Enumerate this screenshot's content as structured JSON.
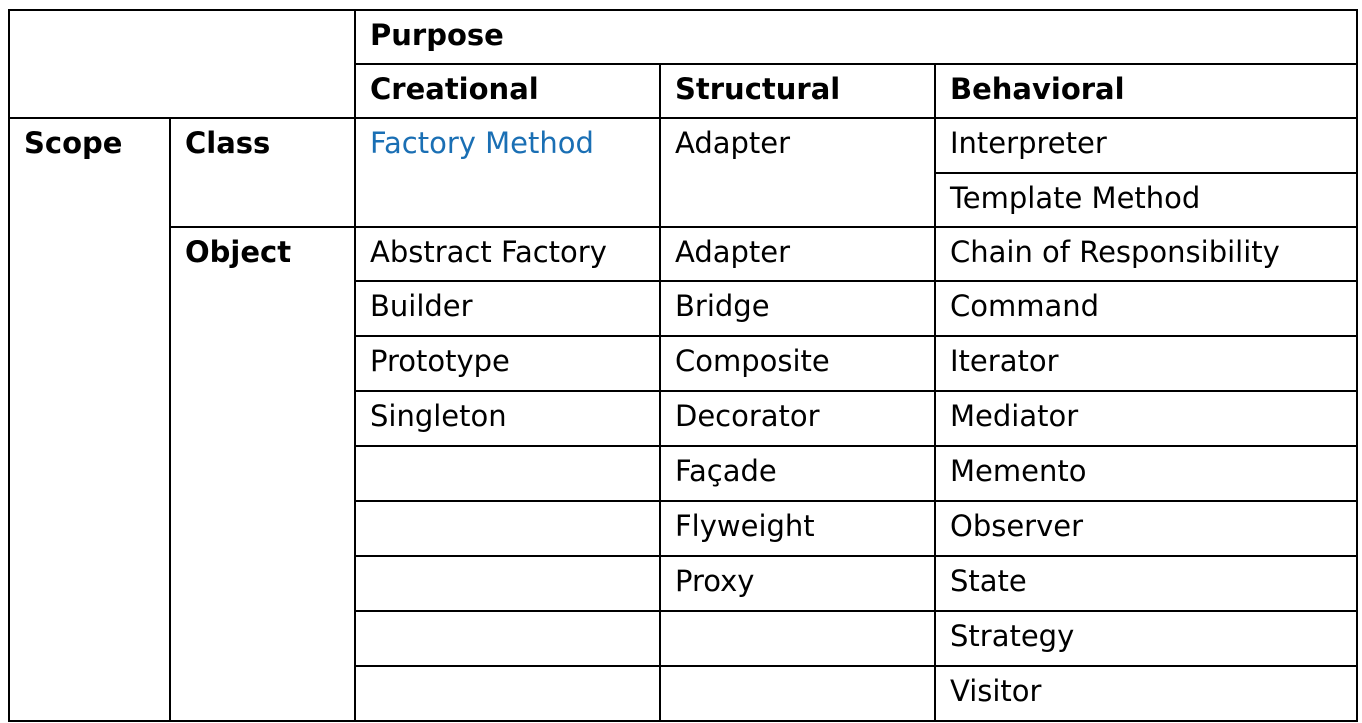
{
  "table": {
    "purpose_header": "Purpose",
    "scope_header": "Scope",
    "creational_header": "Creational",
    "structural_header": "Structural",
    "behavioral_header": "Behavioral",
    "class_label": "Class",
    "object_label": "Object",
    "class_creational": "Factory Method",
    "class_structural": "Adapter",
    "class_behavioral": [
      "Interpreter",
      "Template Method"
    ],
    "object_creational": [
      "Abstract Factory",
      "Builder",
      "Prototype",
      "Singleton",
      "",
      "",
      "",
      "",
      ""
    ],
    "object_structural": [
      "Adapter",
      "Bridge",
      "Composite",
      "Decorator",
      "Façade",
      "Flyweight",
      "Proxy",
      "",
      ""
    ],
    "object_behavioral": [
      "Chain of Responsibility",
      "Command",
      "Iterator",
      "Mediator",
      "Memento",
      "Observer",
      "State",
      "Strategy",
      "Visitor"
    ]
  },
  "colors": {
    "link_text": "#1a6fb4",
    "border": "#000000",
    "text": "#000000"
  }
}
